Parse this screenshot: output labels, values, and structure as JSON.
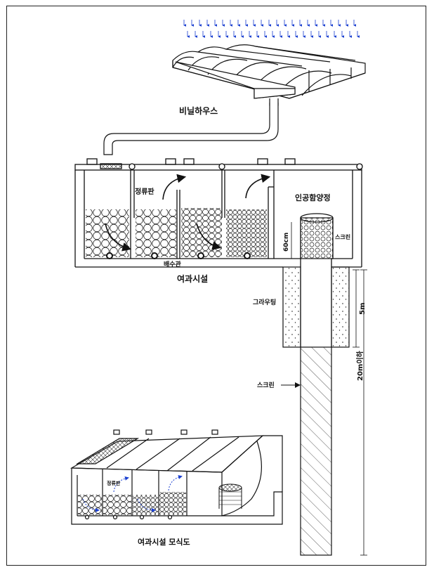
{
  "labels": {
    "greenhouse": "비닐하우스",
    "baffle_top": "정류판",
    "recharge_well": "인공함양정",
    "screen_small": "스크린",
    "depth_60": "60cm",
    "drain_pipe": "배수관",
    "filter_facility": "여과시설",
    "grouting": "그라우팅",
    "depth_5m": "5m",
    "screen_main": "스크린",
    "depth_20m": "20m이하",
    "baffle_iso": "정류판",
    "schematic_title": "여과시설 모식도"
  }
}
